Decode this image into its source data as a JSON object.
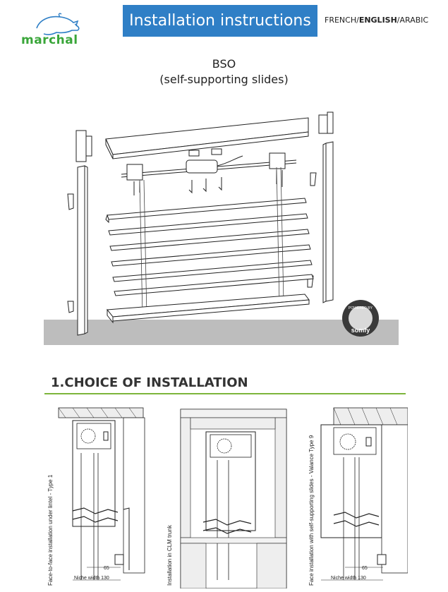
{
  "header": {
    "brand": "marchal",
    "title": "Installation instructions",
    "languages": {
      "french": "FRENCH/",
      "english": "ENGLISH",
      "arabic": "/ARABIC"
    }
  },
  "product": {
    "name": "BSO",
    "subtitle": "(self-supporting slides)"
  },
  "badge": {
    "top_text": "POWERED BY",
    "brand": "somfy"
  },
  "section": {
    "title": "1.CHOICE OF INSTALLATION"
  },
  "installations": [
    {
      "label": "Face-to-face installation under lintel - Type 1",
      "niche": "Niche width 130",
      "dim": "65"
    },
    {
      "label": "Installation in CLM trunk",
      "niche": "",
      "dim": ""
    },
    {
      "label": "Face installation with self-supporting slides - Valance Type 9",
      "niche": "Niche width 130",
      "dim": "65"
    }
  ],
  "colors": {
    "title_bg": "#2f7fc6",
    "brand_green": "#3aa63a",
    "rule_green": "#7db53c",
    "floor": "#bdbdbd"
  }
}
